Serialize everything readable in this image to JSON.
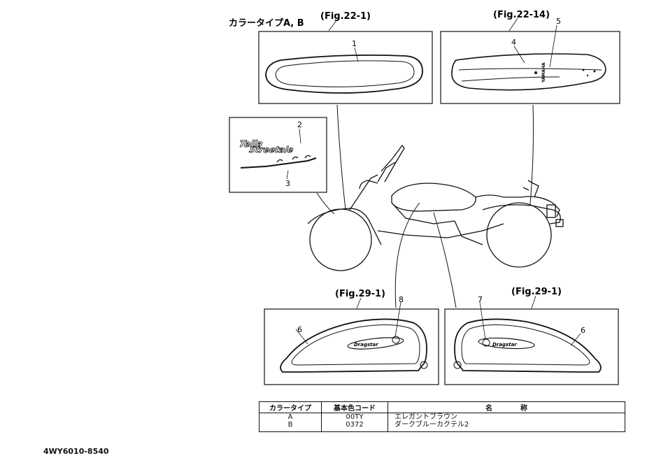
{
  "header": {
    "color_type_label": "カラータイプA, B"
  },
  "figures": {
    "top_left": "(Fig.22-1)",
    "top_right": "(Fig.22-14)",
    "bottom_left": "(Fig.29-1)",
    "bottom_right": "(Fig.29-1)"
  },
  "callouts": {
    "n1": "1",
    "n2": "2",
    "n3": "3",
    "n4": "4",
    "n5": "5",
    "n6a": "6",
    "n6b": "6",
    "n7": "7",
    "n8": "8"
  },
  "logo_text": "YAMAHA",
  "table": {
    "headers": [
      "カラータイプ",
      "基本色コード",
      "名　　　　称"
    ],
    "rows": [
      {
        "type": "A",
        "code": "00TY",
        "name": "エレガントブラウン"
      },
      {
        "type": "B",
        "code": "0372",
        "name": "ダークブルーカクテル2"
      }
    ]
  },
  "part_code": "4WY6010-8540"
}
